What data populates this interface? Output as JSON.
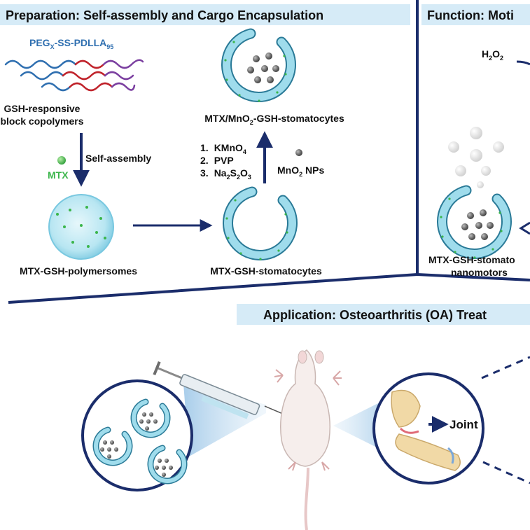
{
  "panels": {
    "preparation_header": "Preparation: Self-assembly and Cargo Encapsulation",
    "function_header": "Function: Moti",
    "application_header": "Application: Osteoarthritis (OA) Treat"
  },
  "preparation": {
    "copolymer_formula_main": "PEG",
    "copolymer_formula_sub_x": "X",
    "copolymer_formula_mid": "-SS-PDLLA",
    "copolymer_formula_sub_95": "95",
    "copolymer_caption_line1": "GSH-responsive",
    "copolymer_caption_line2": "block copolymers",
    "self_assembly_label": "Self-assembly",
    "mtx_label": "MTX",
    "polymersome_caption": "MTX-GSH-polymersomes",
    "stomatocyte_caption": "MTX-GSH-stomatocytes",
    "loaded_stomatocyte_caption_pre": "MTX/MnO",
    "loaded_stomatocyte_caption_sub": "2",
    "loaded_stomatocyte_caption_post": "-GSH-stomatocytes",
    "steps": [
      {
        "num": "1.",
        "text": "KMnO",
        "sub": "4",
        "post": ""
      },
      {
        "num": "2.",
        "text": "PVP",
        "sub": "",
        "post": ""
      },
      {
        "num": "3.",
        "text": "Na",
        "sub": "2",
        "post": "S",
        "sub2": "2",
        "post2": "O",
        "sub3": "3"
      }
    ],
    "mno2_label_pre": "MnO",
    "mno2_label_sub": "2",
    "mno2_label_post": " NPs"
  },
  "function_panel": {
    "h2o2_pre": "H",
    "h2o2_sub1": "2",
    "h2o2_mid": "O",
    "h2o2_sub2": "2",
    "motor_caption_line1": "MTX-GSH-stomato",
    "motor_caption_line2": "nanomotors"
  },
  "application": {
    "joint_label": "Joint"
  },
  "colors": {
    "navy": "#1b2d6b",
    "membrane": "#9fdcec",
    "membrane_dark": "#2a7a97",
    "polymer_blue": "#2f6fb0",
    "polymer_red": "#c0232b",
    "polymer_purple": "#7b3fa0",
    "mtx_green": "#3ab54a",
    "header_bg": "#d6ebf7"
  }
}
